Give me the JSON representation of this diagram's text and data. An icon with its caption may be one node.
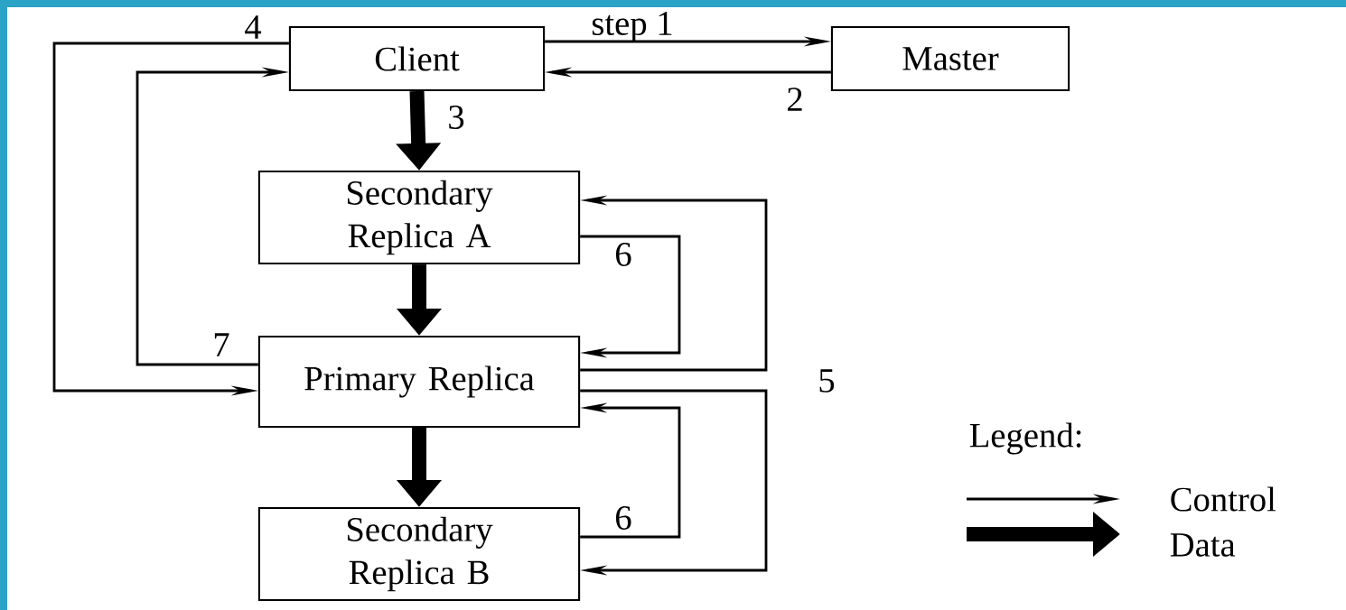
{
  "diagram": {
    "nodes": [
      {
        "text": [
          "Client"
        ]
      },
      {
        "text": [
          "Master"
        ]
      },
      {
        "text": [
          "Secondary Replica A"
        ]
      },
      {
        "text": [
          "Primary Replica"
        ]
      },
      {
        "text": [
          "Secondary Replica B"
        ]
      }
    ],
    "edges": [
      {
        "from": 0,
        "to": 1,
        "arrow": "to",
        "label": "step 1"
      },
      {
        "from": 1,
        "to": 0,
        "arrow": "to",
        "label": "2"
      },
      {
        "from": 0,
        "to": 2,
        "arrow": "to",
        "label": "3",
        "style": "thick"
      },
      {
        "from": 2,
        "to": 3,
        "arrow": "to",
        "style": "thick"
      },
      {
        "from": 3,
        "to": 4,
        "arrow": "to",
        "style": "thick"
      },
      {
        "from": 0,
        "to": 3,
        "arrow": "to",
        "label": "4"
      },
      {
        "from": 3,
        "to": 0,
        "arrow": "to",
        "label": "7"
      },
      {
        "from": 3,
        "to": 2,
        "arrow": "to",
        "label": "5"
      },
      {
        "from": 3,
        "to": 4,
        "arrow": "to"
      },
      {
        "from": 2,
        "to": 3,
        "arrow": "to",
        "label": "6"
      },
      {
        "from": 4,
        "to": 3,
        "arrow": "to",
        "label": "6"
      }
    ],
    "labels": [
      "Legend:"
    ],
    "legend": [
      {
        "text": "Control"
      },
      {
        "text": "Data"
      }
    ]
  }
}
